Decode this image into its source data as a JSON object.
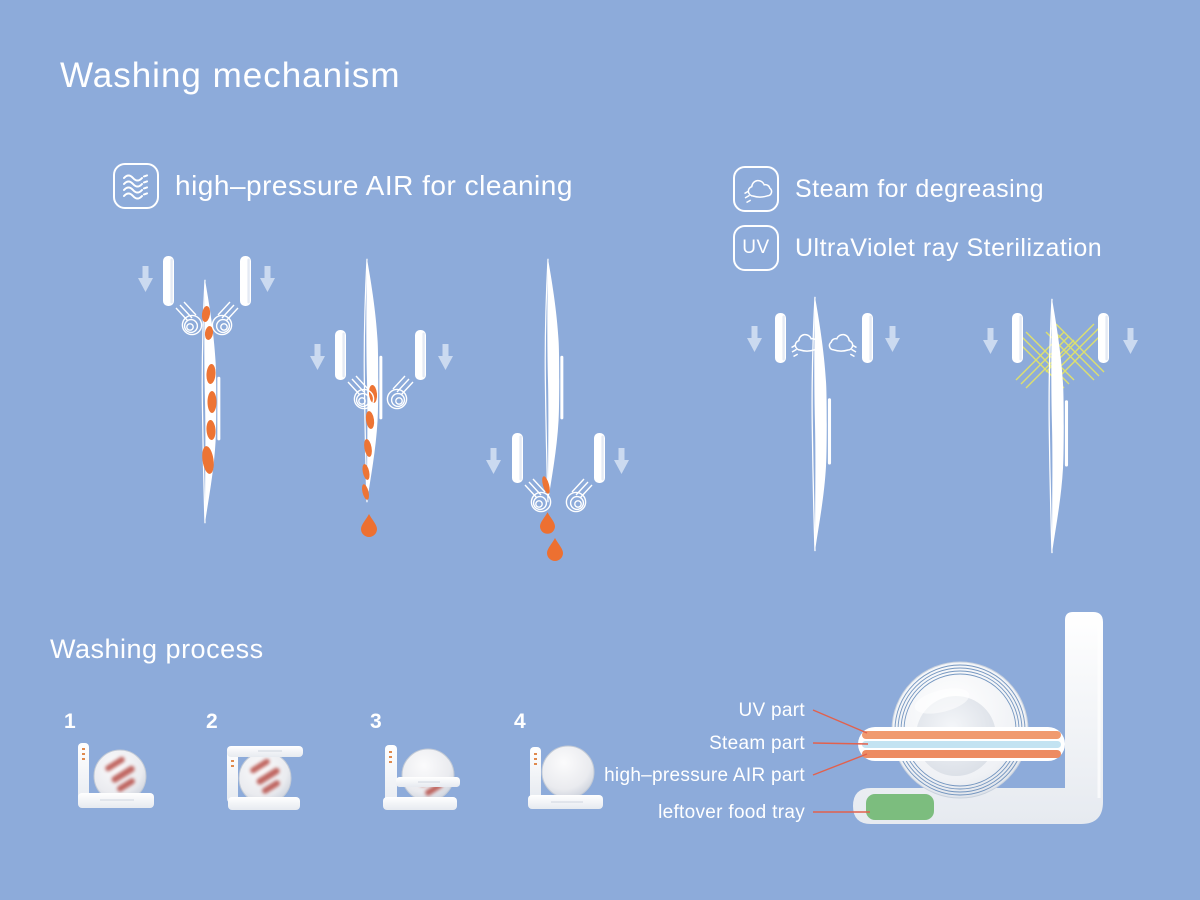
{
  "colors": {
    "background": "#8DABDA",
    "residue_orange": "#ED7434",
    "strip_orange_top": "#F09A6F",
    "strip_orange_bottom": "#ED8B61",
    "strip_steam_blue": "#C3E3F2",
    "tray_green": "#7CBD7E",
    "uv_ray_yellow": "#DDE06E",
    "leader_line_red": "#E2614D",
    "text": "#FFFFFF"
  },
  "header": {
    "title": "Washing mechanism"
  },
  "mechanism": {
    "air": {
      "icon": "air-waves-icon",
      "label": "high–pressure AIR for cleaning"
    },
    "steam": {
      "icon": "steam-cloud-icon",
      "label": "Steam for degreasing"
    },
    "uv": {
      "icon": "uv-icon",
      "icon_text": "UV",
      "label": "UltraViolet ray Sterilization"
    }
  },
  "process": {
    "heading": "Washing process",
    "steps": [
      {
        "number": "1"
      },
      {
        "number": "2"
      },
      {
        "number": "3"
      },
      {
        "number": "4"
      }
    ]
  },
  "detail": {
    "labels": {
      "uv": "UV part",
      "steam": "Steam part",
      "air": "high–pressure AIR part",
      "tray": "leftover food tray"
    }
  }
}
